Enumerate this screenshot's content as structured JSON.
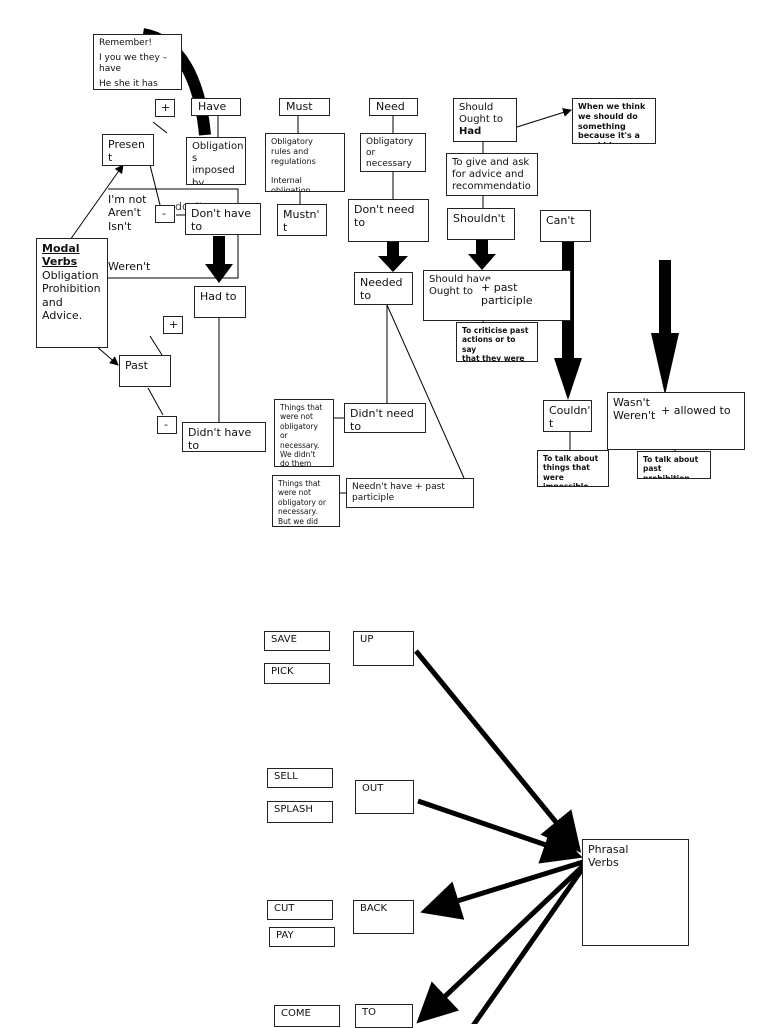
{
  "modal_map": {
    "reminder": {
      "title": "Remember!",
      "line1": "I you we they –",
      "line2": "have",
      "line3": "He she it has"
    },
    "root": {
      "title": "Modal\nVerbs",
      "subtitle": "Obligation\nProhibition\nand\nAdvice."
    },
    "present": "Presen\nt",
    "past": "Past",
    "plus_sign": "+",
    "minus_sign": "-",
    "negatives_present": "I'm not\nAren't\nIsn't",
    "negatives_present_hidden": "don't",
    "negatives_past": "Weren't",
    "have": "Have",
    "have_desc": "Obligation\ns imposed\nby",
    "dont_have_to": "Don't have\nto",
    "had_to": "Had to",
    "didnt_have_to": "Didn't have\nto",
    "must": "Must",
    "must_desc": "Obligatory\nrules and\nregulations\n\nInternal\nobligation",
    "mustnt": "Mustn'\nt",
    "need": "Need",
    "need_desc": "Obligatory\nor\nnecessary",
    "dont_need_to": "Don't need\nto",
    "needed_to": "Needed\nto",
    "didnt_need_to": "Didn't need\nto",
    "didnt_need_desc": "Things that\nwere not\nobligatory\nor\nnecessary.\nWe didn't\ndo them",
    "neednt_have": "Needn't have + past\nparticiple",
    "neednt_desc": "Things that\nwere not\nobligatory or\nnecessary.\nBut we did\nthem",
    "should": "Should\nOught to",
    "should_had": "Had",
    "should_note": "When we think\nwe should do\nsomething\nbecause it's  a\ngood idea",
    "should_desc": "To give and ask\nfor advice and\nrecommendatio\nns",
    "shouldnt": "Shouldn't",
    "should_have": "Should have\nOught to",
    "past_participle": "+  past participle",
    "should_have_desc": "To criticise past\nactions or to say\nthat they were a\nmistake",
    "cant": "Can't",
    "couldnt": "Couldn'\nt",
    "couldnt_desc": "To talk about\nthings that\nwere\nimpossible",
    "wasnt": "Wasn't\nWeren't",
    "allowed_to": "+ allowed to",
    "wasnt_desc": "To talk about\npast\nprohibition"
  },
  "phrasal_verbs": {
    "center": "Phrasal\nVerbs",
    "verbs": [
      "SAVE",
      "PICK",
      "SELL",
      "SPLASH",
      "CUT",
      "PAY",
      "COME"
    ],
    "particles": [
      "UP",
      "OUT",
      "BACK",
      "TO"
    ]
  }
}
